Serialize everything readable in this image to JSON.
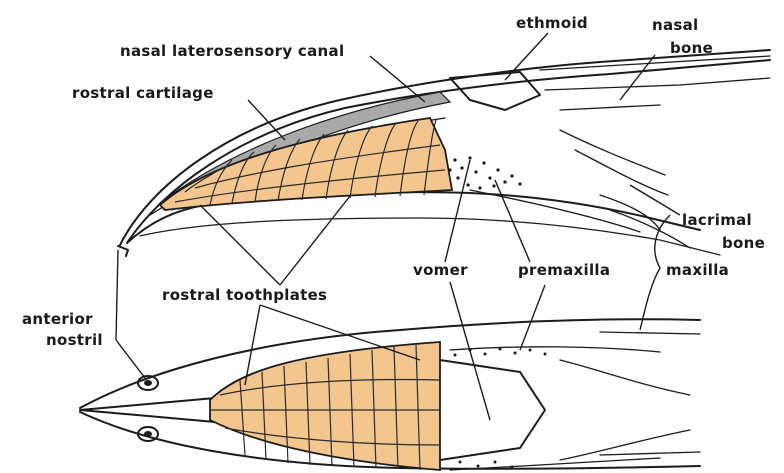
{
  "labels": {
    "ethmoid": "ethmoid",
    "nasal_bone_1": "nasal",
    "nasal_bone_2": "bone",
    "nasal_laterosensory_canal": "nasal laterosensory canal",
    "rostral_cartilage": "rostral cartilage",
    "lacrimal_bone_1": "lacrimal",
    "lacrimal_bone_2": "bone",
    "vomer": "vomer",
    "premaxilla": "premaxilla",
    "maxilla": "maxilla",
    "rostral_toothplates": "rostral toothplates",
    "anterior_nostril_1": "anterior",
    "anterior_nostril_2": "nostril"
  },
  "colors": {
    "toothplate": "#f3c690",
    "canal": "#a9a9a9",
    "ink": "#1c1c1c"
  }
}
